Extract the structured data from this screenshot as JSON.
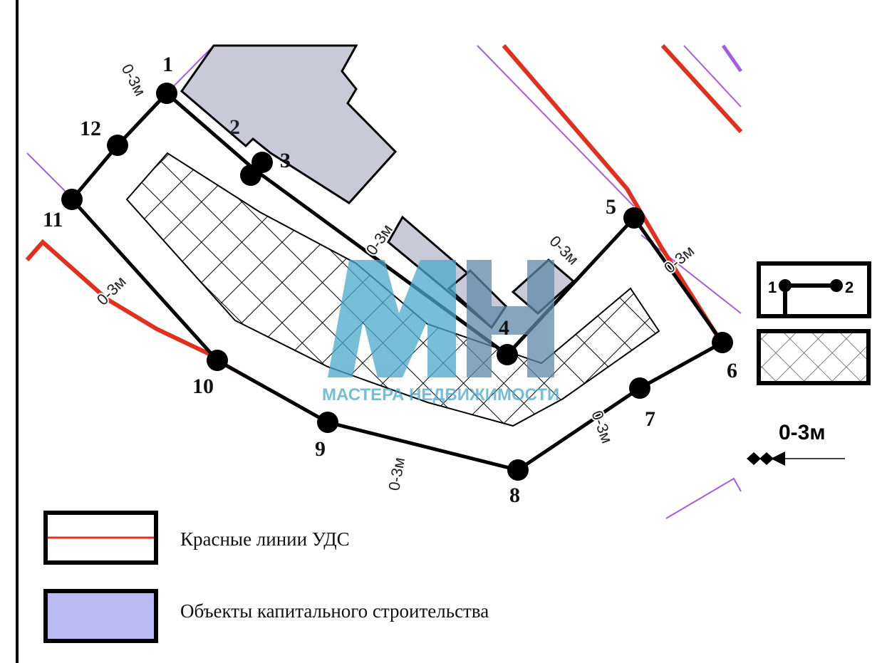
{
  "points": [
    {
      "label": "1"
    },
    {
      "label": "2"
    },
    {
      "label": "3"
    },
    {
      "label": "4"
    },
    {
      "label": "5"
    },
    {
      "label": "6"
    },
    {
      "label": "7"
    },
    {
      "label": "8"
    },
    {
      "label": "9"
    },
    {
      "label": "10"
    },
    {
      "label": "11"
    },
    {
      "label": "12"
    }
  ],
  "setback_label": "0-3м",
  "legend": {
    "red_lines": "Красные линии УДС",
    "capital_objects": "Объекты капитального строительства",
    "boundary_sample": {
      "from": "1",
      "to": "2"
    },
    "setback": "0-3м"
  },
  "watermark": "МАСТЕРА НЕДВИЖИМОСТИ",
  "colors": {
    "red_line": "#e0301e",
    "building": "#c9c9d8",
    "legend_building": "#b8bcf2",
    "purple": "#a45ee0",
    "watermark": "#4aa8cc"
  }
}
